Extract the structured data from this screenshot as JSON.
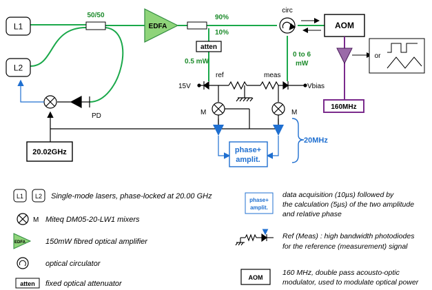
{
  "blocks": {
    "laser1": "L1",
    "laser2": "L2",
    "coupler": "50/50",
    "edfa": "EDFA",
    "split90": "90%",
    "split10": "10%",
    "circ": "circ",
    "aom": "AOM",
    "atten": "atten",
    "power_ref": "0.5 mW",
    "power_meas_1": "0 to 6",
    "power_meas_2": "mW",
    "or": "or",
    "rf160": "160MHz",
    "ref": "ref",
    "meas": "meas",
    "v15": "15V",
    "vbias": "Vbias",
    "pd": "PD",
    "mixer_left": "M",
    "mixer_right": "M",
    "synth": "20.02GHz",
    "phase_line1": "phase+",
    "phase_line2": "amplit.",
    "if20": "20MHz"
  },
  "legend": {
    "lasers_l1": "L1",
    "lasers_l2": "L2",
    "lasers_text": "Single-mode lasers, phase-locked at 20.00 GHz",
    "mixer_m": "M",
    "mixer_text": "Miteq  DM05-20-LW1 mixers",
    "edfa_icon": "EDFA",
    "edfa_text": "150mW fibred optical amplifier",
    "circ_text": "optical circulator",
    "atten_icon": "atten",
    "atten_text": "fixed optical attenuator",
    "phase_icon_1": "phase+",
    "phase_icon_2": "amplit.",
    "phase_text_1": "data acquisition (10µs) followed by",
    "phase_text_2": "the calculation (5µs) of the two amplitude",
    "phase_text_3": "and relative phase",
    "ref_text_1": "Ref (Meas) : high bandwidth photodiodes",
    "ref_text_2": "for the reference (measurement) signal",
    "aom_icon": "AOM",
    "aom_text_1": "160 MHz, double pass acousto-optic",
    "aom_text_2": "modulator, used to modulate optical power"
  },
  "colors": {
    "fiber": "#1aa84a",
    "edfa_fill": "#8fd47a",
    "rf_blue": "#1f6fd0",
    "rf160_purple": "#7a2a8c",
    "amp_fill": "#9a6aa8",
    "text_green": "#1b8a2a"
  },
  "icons": [
    "mixer-icon",
    "circulator-icon",
    "photodiode-icon",
    "amplifier-icon",
    "square-wave-icon",
    "triangle-wave-icon",
    "ground-icon",
    "resistor-icon"
  ]
}
